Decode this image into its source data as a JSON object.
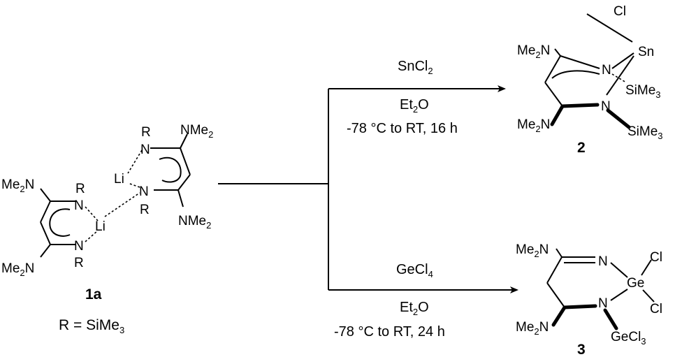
{
  "reactant": {
    "label": "1a",
    "r_definition": "R = SiMe3",
    "atoms": {
      "nme2": "NMe2",
      "me2n": "Me2N",
      "n": "N",
      "r": "R",
      "li": "Li"
    }
  },
  "upper_route": {
    "reagent": "SnCl2",
    "solvent": "Et2O",
    "conditions": "-78 °C to RT, 16 h"
  },
  "lower_route": {
    "reagent": "GeCl4",
    "solvent": "Et2O",
    "conditions": "-78 °C to RT, 24 h"
  },
  "product_2": {
    "label": "2",
    "atoms": {
      "cl": "Cl",
      "sn": "Sn",
      "n": "N",
      "sime3": "SiMe3",
      "me2n": "Me2N"
    }
  },
  "product_3": {
    "label": "3",
    "atoms": {
      "cl": "Cl",
      "ge": "Ge",
      "n": "N",
      "gecl3": "GeCl3",
      "me2n": "Me2N"
    }
  }
}
